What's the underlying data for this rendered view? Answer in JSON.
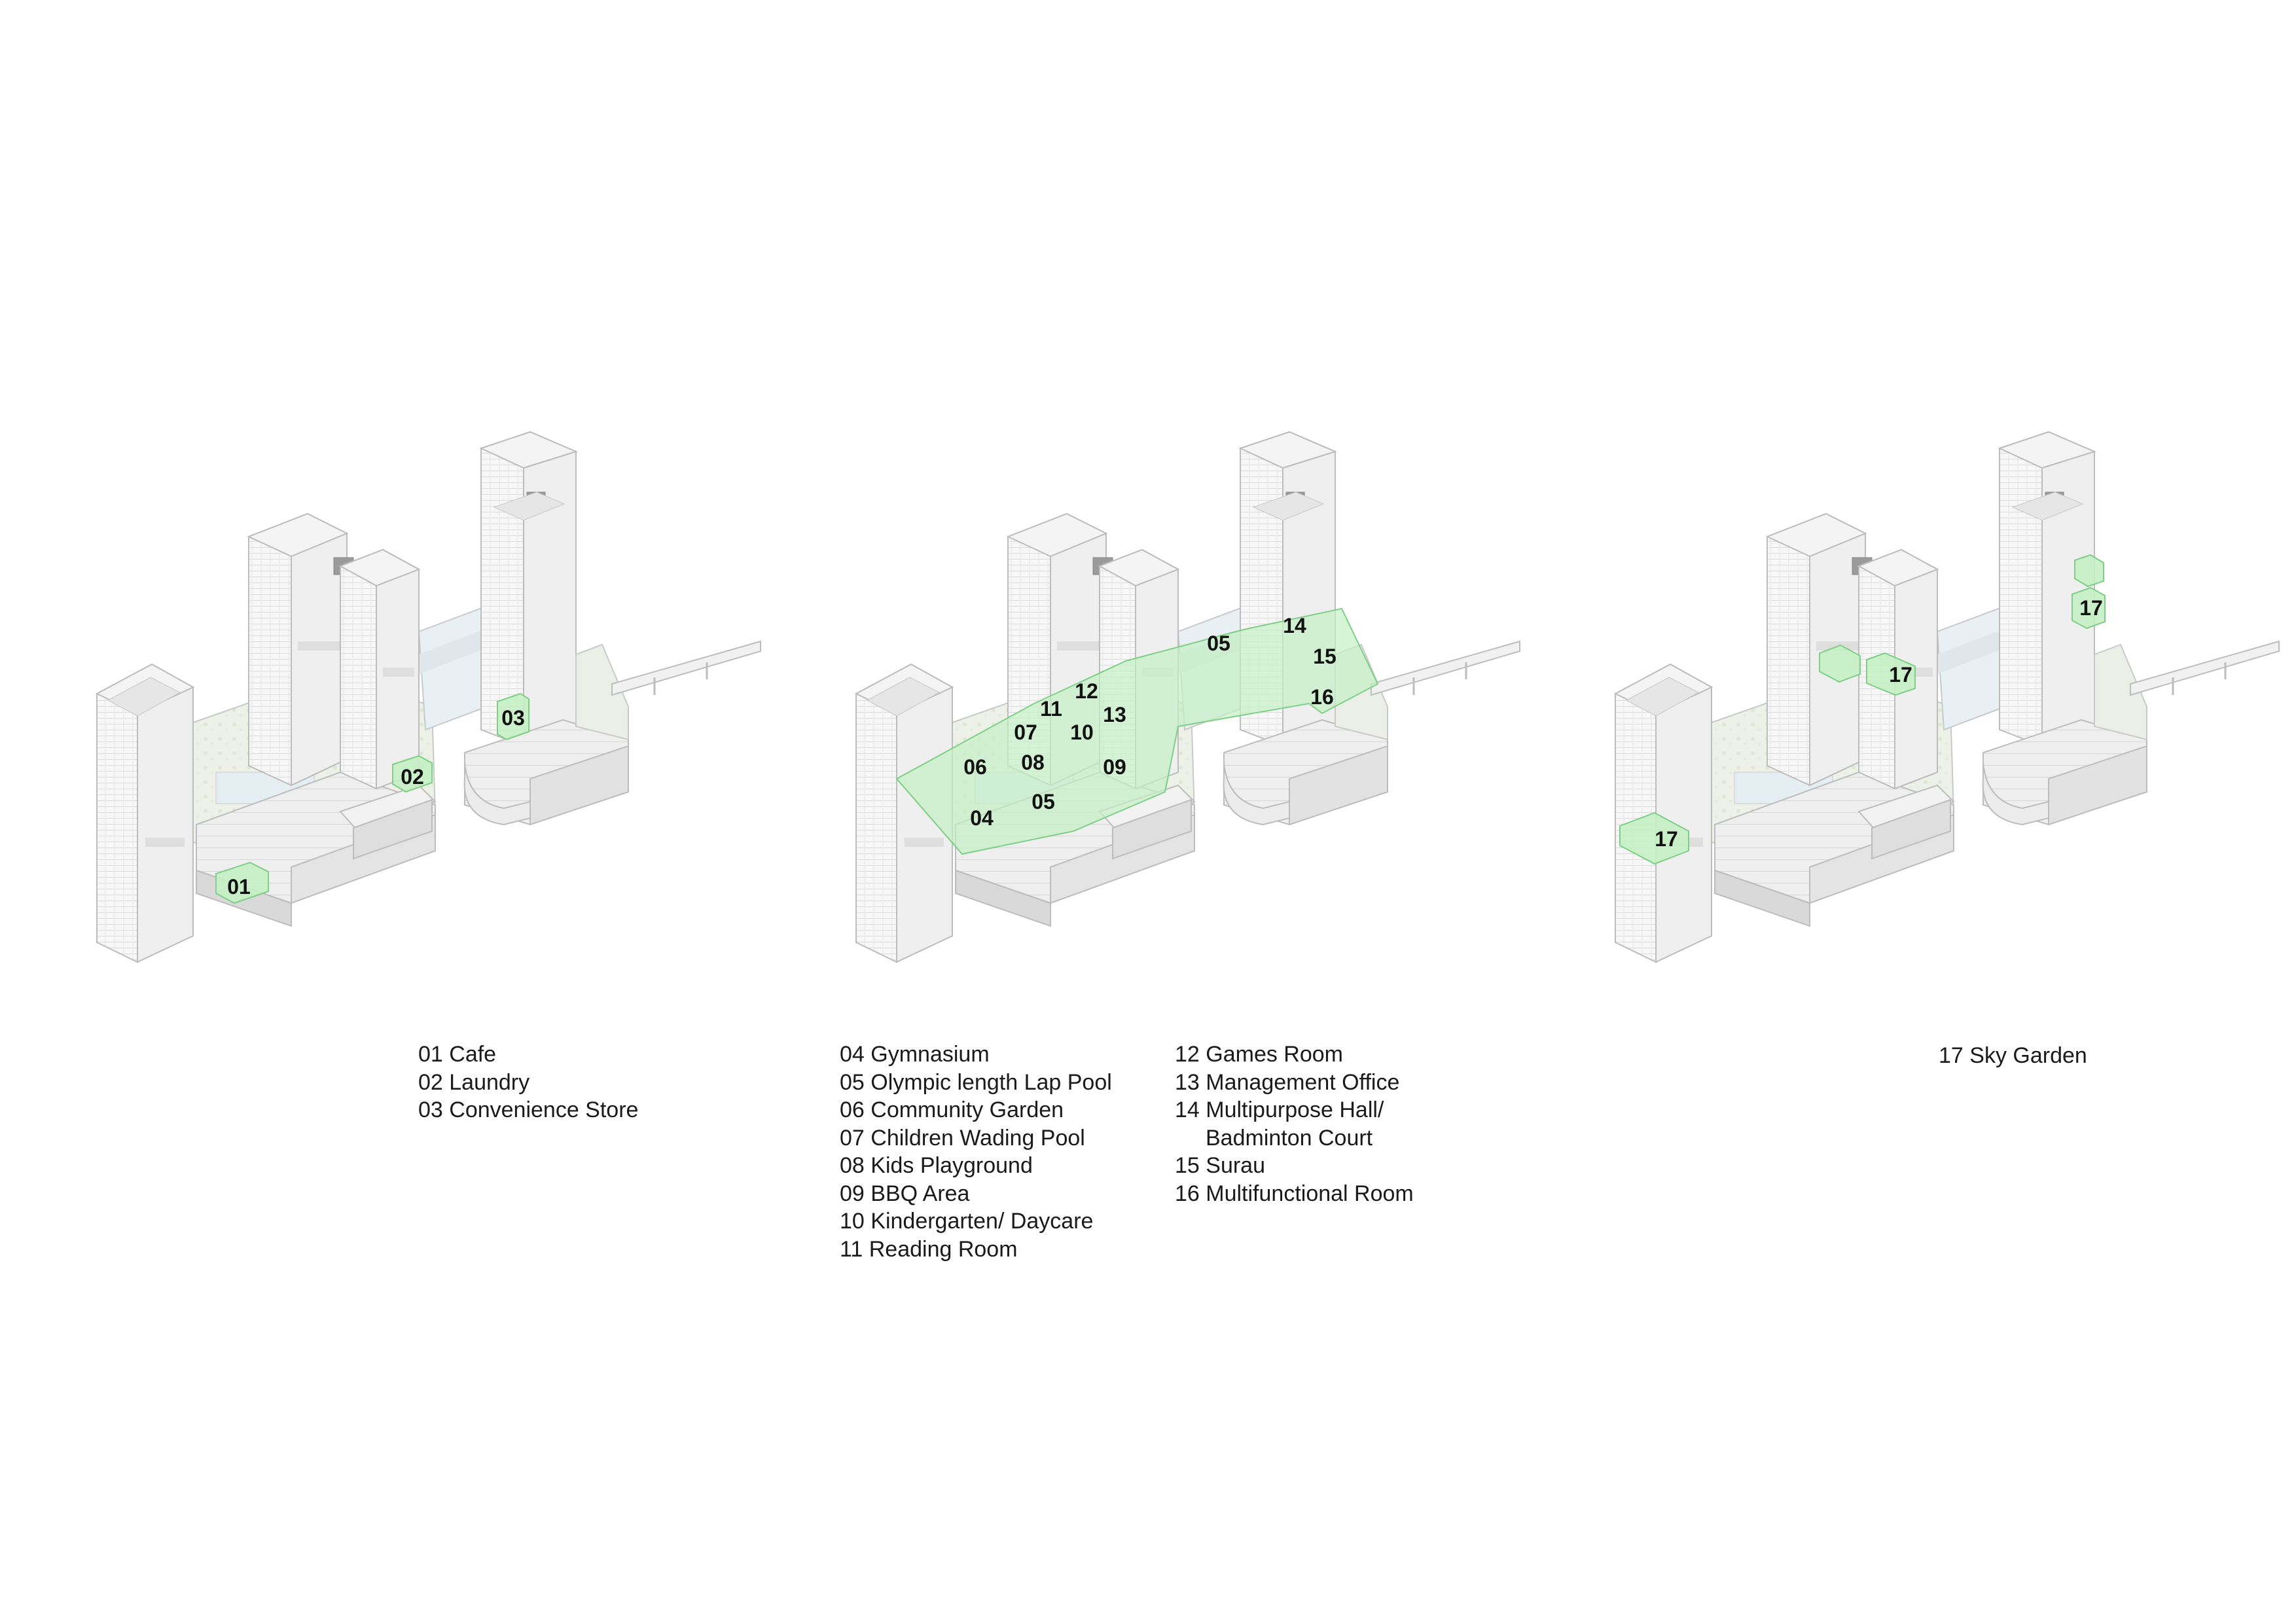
{
  "legends": {
    "group1": [
      "01 Cafe",
      "02 Laundry",
      "03 Convenience Store"
    ],
    "group2_col1": [
      "04 Gymnasium",
      "05 Olympic length Lap Pool",
      "06 Community Garden",
      "07 Children Wading Pool",
      "08 Kids Playground",
      "09 BBQ Area",
      "10 Kindergarten/ Daycare",
      "11 Reading Room"
    ],
    "group2_col2": [
      "12 Games Room",
      "13 Management Office",
      "14 Multipurpose Hall/",
      "Badminton Court",
      "15 Surau",
      "16 Multifunctional Room"
    ],
    "group3": [
      "17 Sky Garden"
    ]
  },
  "markers": {
    "d1": [
      "01",
      "02",
      "03"
    ],
    "d2": [
      "04",
      "05",
      "06",
      "07",
      "08",
      "05",
      "11",
      "10",
      "12",
      "13",
      "09",
      "05",
      "14",
      "15",
      "16"
    ],
    "d3": [
      "17",
      "17",
      "17"
    ]
  },
  "colors": {
    "highlight_fill": "#c4efc4",
    "highlight_stroke": "#7fcf86",
    "building_line": "#bdbdbd",
    "marker_text": "#111111",
    "legend_text": "#1a1a1a"
  }
}
